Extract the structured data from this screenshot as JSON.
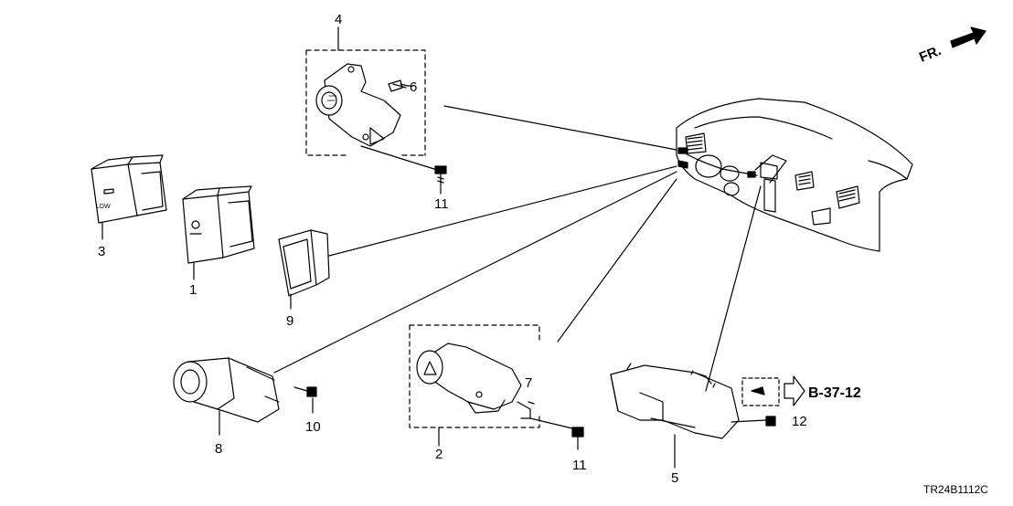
{
  "callouts": {
    "c1": "1",
    "c2": "2",
    "c3": "3",
    "c4": "4",
    "c5": "5",
    "c6": "6",
    "c7": "7",
    "c8": "8",
    "c9": "9",
    "c10": "10",
    "c11a": "11",
    "c11b": "11",
    "c12": "12"
  },
  "reference": "B-37-12",
  "front_label": "FR.",
  "diagram_code": "TR24B1112C",
  "switch_label_ldw": "LDW"
}
